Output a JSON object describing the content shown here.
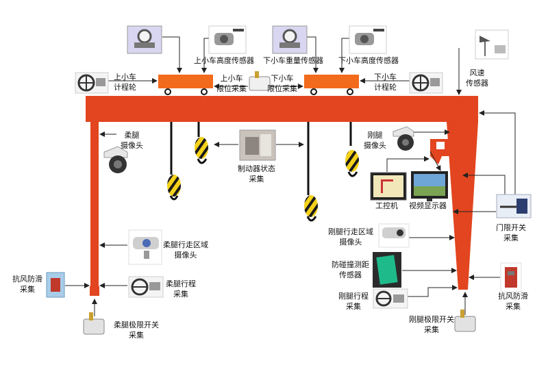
{
  "colors": {
    "frame": "#E2451F",
    "trolley": "#F26A1B",
    "hook_yellow": "#F5D21A",
    "hook_dark": "#1A1A1A",
    "line": "#222222"
  },
  "labels": {
    "upper_trolley_height_sensor": "上小车高度传感器",
    "lower_trolley_weight_sensor": "下小车重量传感器",
    "lower_trolley_height_sensor": "下小车高度传感器",
    "upper_trolley_counter_wheel": [
      "上小车",
      "计程轮"
    ],
    "upper_trolley_limit": [
      "上小车",
      "限位采集"
    ],
    "lower_trolley_limit": [
      "下小车",
      "限位采集"
    ],
    "lower_trolley_counter_wheel": [
      "下小车",
      "计程轮"
    ],
    "wind_speed_sensor": [
      "风速",
      "传感器"
    ],
    "flexible_leg_camera": [
      "柔腿",
      "摄像头"
    ],
    "rigid_leg_camera": [
      "刚腿",
      "摄像头"
    ],
    "brake_status": [
      "制动器状态",
      "采集"
    ],
    "industrial_pc": "工控机",
    "video_display": "视频显示器",
    "door_limit_switch": [
      "门限开关",
      "采集"
    ],
    "flexible_leg_area_camera": [
      "柔腿行走区域",
      "摄像头"
    ],
    "rigid_leg_area_camera": [
      "刚腿行走区域",
      "摄像头"
    ],
    "anti_collision_sensor": [
      "防碰撞测距",
      "传感器"
    ],
    "flexible_leg_travel": [
      "柔腿行程",
      "采集"
    ],
    "rigid_leg_travel": [
      "刚腿行程",
      "采集"
    ],
    "wind_anti_slip_left": [
      "抗风防滑",
      "采集"
    ],
    "wind_anti_slip_right": [
      "抗风防滑",
      "采集"
    ],
    "flexible_leg_limit_switch": [
      "柔腿极限开关",
      "采集"
    ],
    "rigid_leg_limit_switch": [
      "刚腿极限开关",
      "采集"
    ]
  }
}
